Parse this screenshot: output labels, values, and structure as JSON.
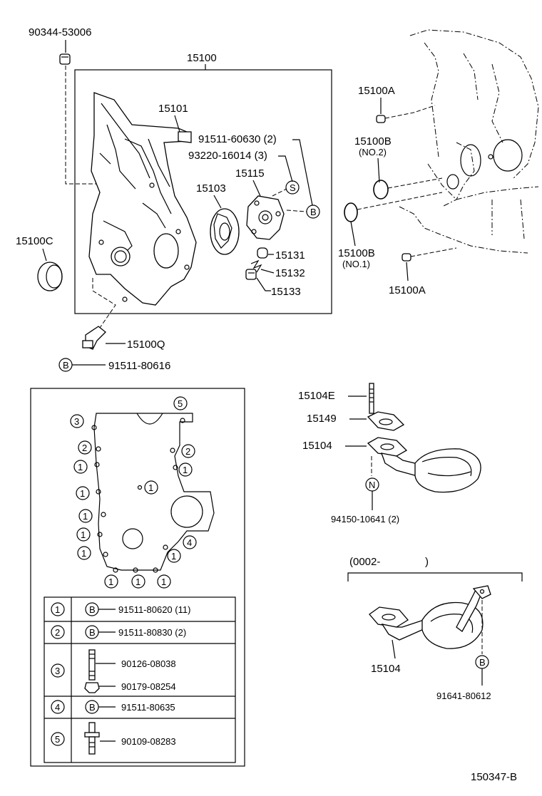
{
  "callouts": {
    "p90344": "90344-53006",
    "p15100": "15100",
    "p15101": "15101",
    "p91511_60630": "91511-60630 (2)",
    "p93220": "93220-16014 (3)",
    "p15115": "15115",
    "p15103": "15103",
    "p15131": "15131",
    "p15132": "15132",
    "p15133": "15133",
    "p15100C": "15100C",
    "p15100Q": "15100Q",
    "p91511_80616": "91511-80616",
    "p15100A_top": "15100A",
    "p15100B_top": "15100B",
    "p15100B_top_no": "(NO.2)",
    "p15100B_bot": "15100B",
    "p15100B_bot_no": "(NO.1)",
    "p15100A_bot": "15100A",
    "p15104E": "15104E",
    "p15149": "15149",
    "p15104": "15104",
    "p94150": "94150-10641 (2)",
    "range": "(0002-",
    "range_close": ")",
    "p15104_b": "15104",
    "p91641": "91641-80612",
    "diagram_id": "150347-B"
  },
  "markers": {
    "S": "S",
    "B": "B",
    "N": "N"
  },
  "bolt_positions": [
    "1",
    "2",
    "3",
    "4",
    "5"
  ],
  "legend": [
    {
      "num": "1",
      "marker": "B",
      "part": "91511-80620 (11)"
    },
    {
      "num": "2",
      "marker": "B",
      "part": "91511-80830 (2)"
    },
    {
      "num": "3",
      "parts": [
        "90126-08038",
        "90179-08254"
      ]
    },
    {
      "num": "4",
      "marker": "B",
      "part": "91511-80635"
    },
    {
      "num": "5",
      "part": "90109-08283"
    }
  ]
}
